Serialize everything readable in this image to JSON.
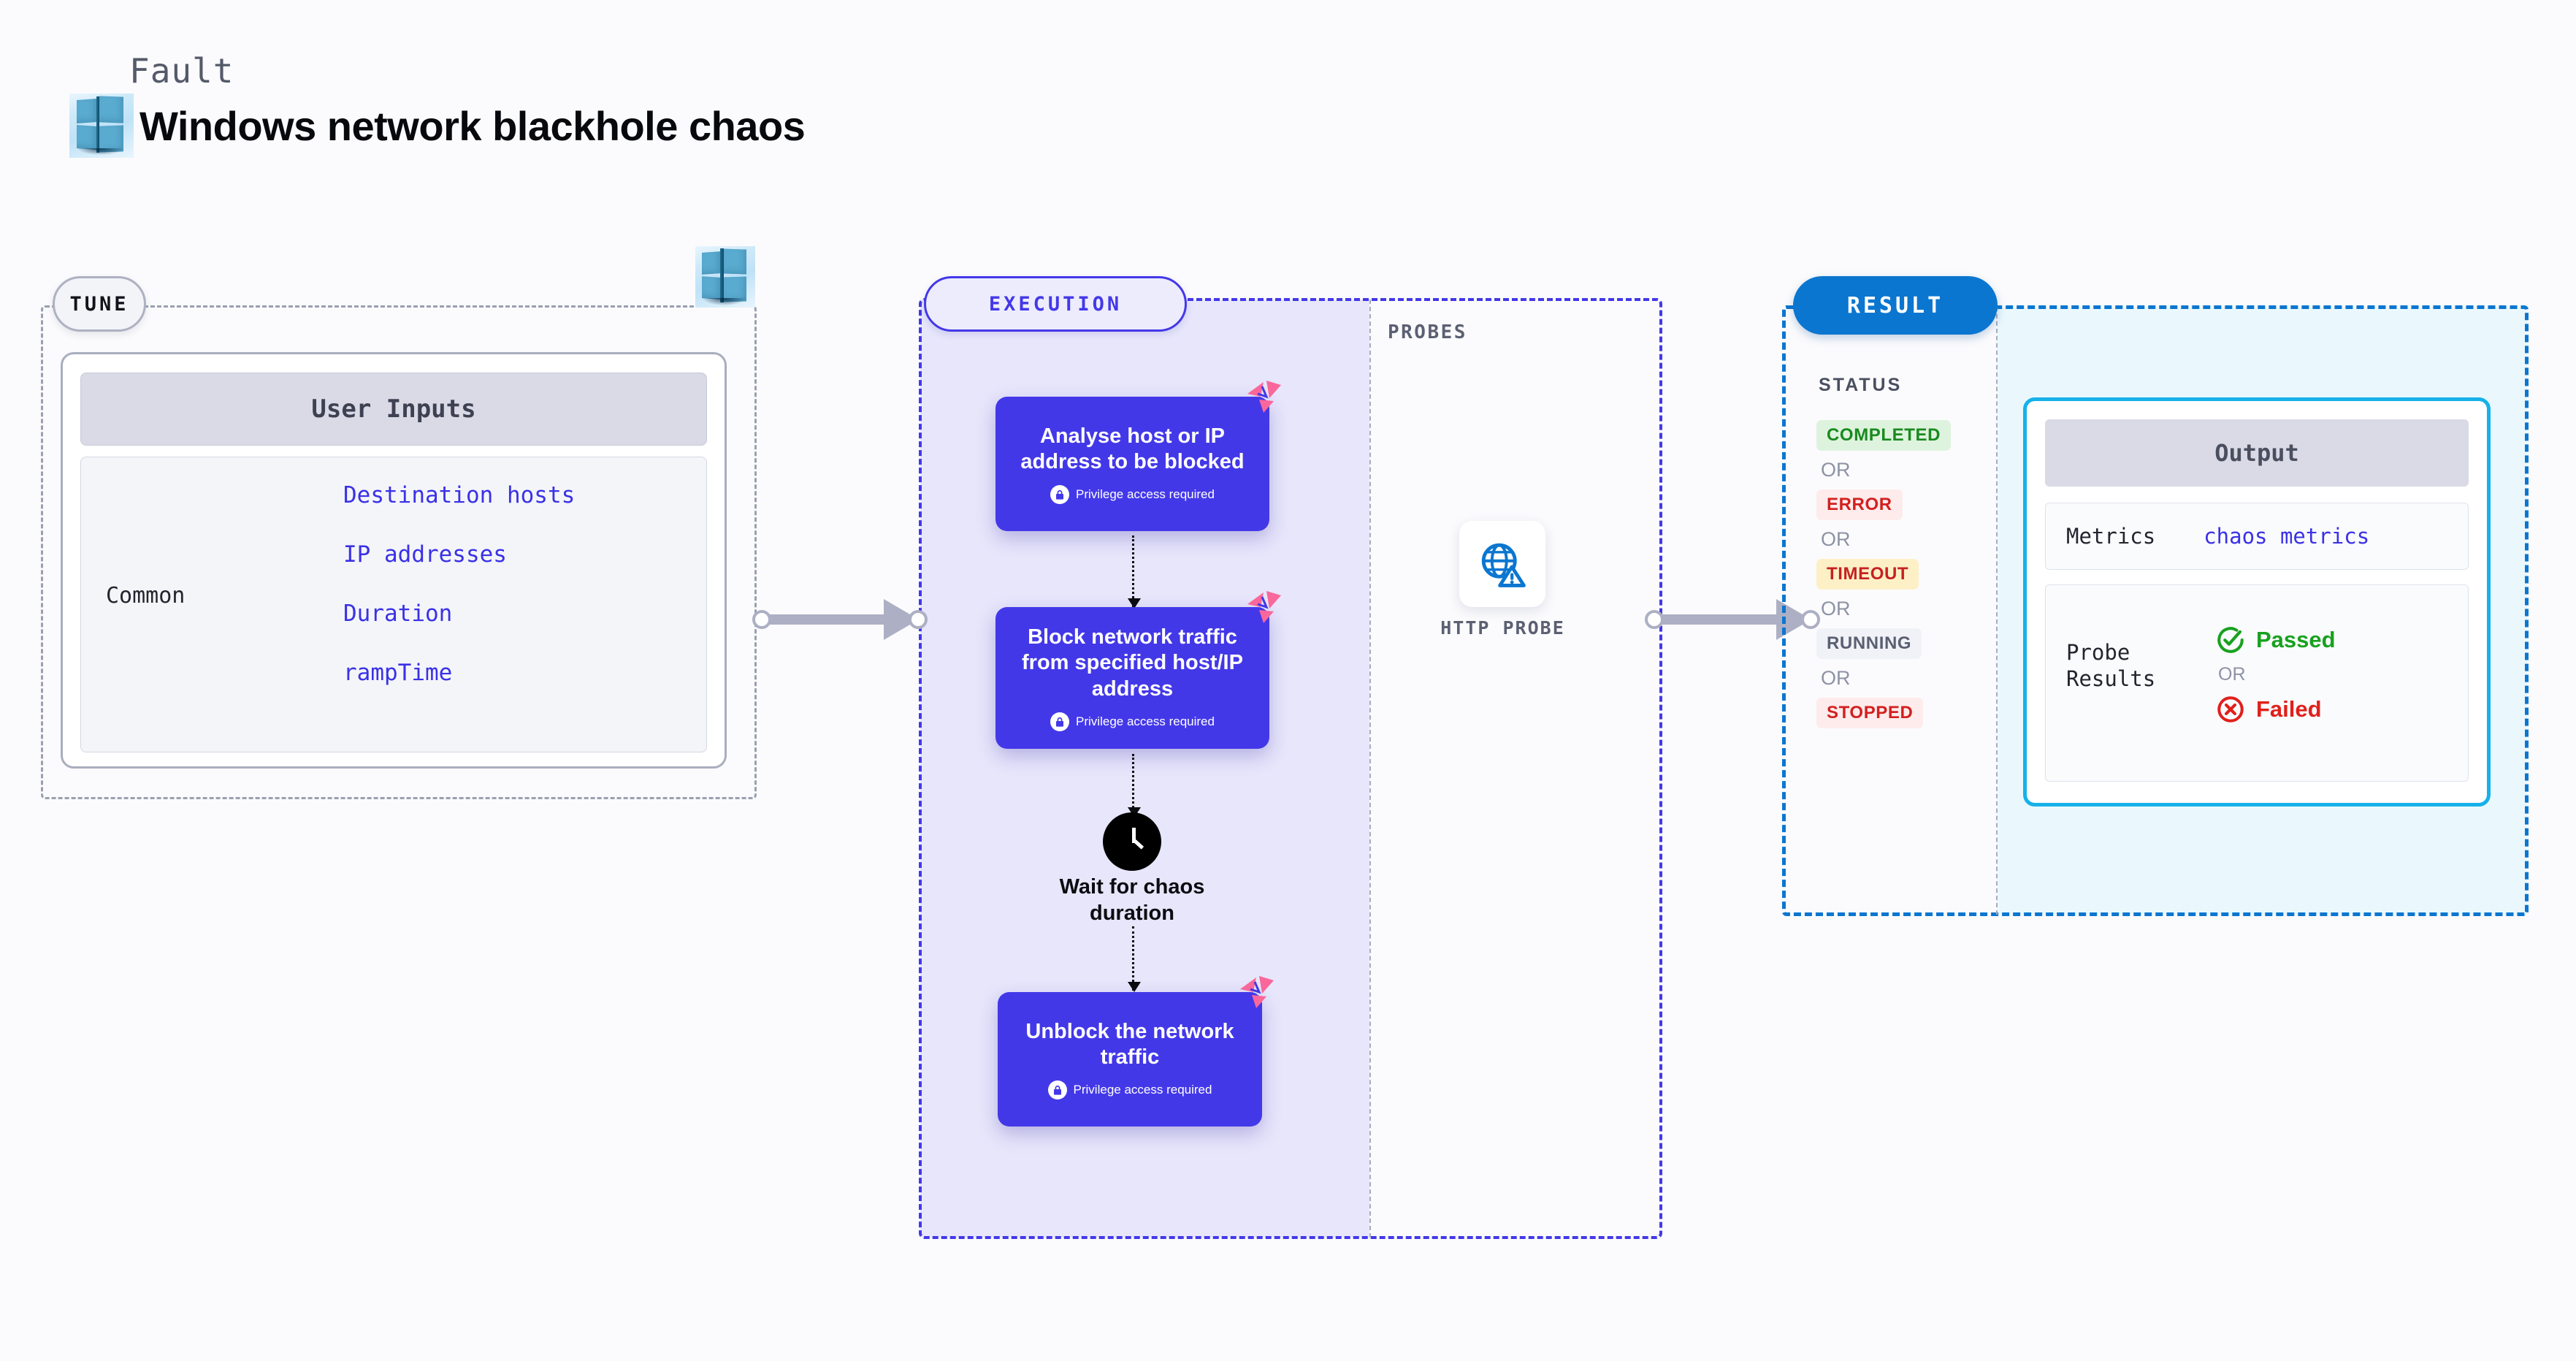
{
  "header": {
    "fault_label": "Fault",
    "title": "Windows network blackhole chaos",
    "logo_icon": "windows-logo-icon"
  },
  "tune": {
    "pill_label": "TUNE",
    "card_header": "User Inputs",
    "group_label": "Common",
    "params": [
      "Destination hosts",
      "IP addresses",
      "Duration",
      "rampTime"
    ],
    "platform_icon": "windows-logo-icon"
  },
  "execution": {
    "pill_label": "EXECUTION",
    "steps": [
      {
        "title": "Analyse host or IP address to be blocked",
        "privilege": "Privilege access required",
        "badge_icon": "litmus-chaos-icon",
        "lock_icon": "lock-icon"
      },
      {
        "title": "Block network traffic from specified host/IP address",
        "privilege": "Privilege access required",
        "badge_icon": "litmus-chaos-icon",
        "lock_icon": "lock-icon"
      },
      {
        "title": "Unblock the network traffic",
        "privilege": "Privilege access required",
        "badge_icon": "litmus-chaos-icon",
        "lock_icon": "lock-icon"
      }
    ],
    "wait": {
      "icon": "clock-icon",
      "label": "Wait for chaos duration"
    }
  },
  "probes": {
    "section_label": "PROBES",
    "items": [
      {
        "label": "HTTP PROBE",
        "icon": "globe-warning-icon"
      }
    ]
  },
  "result": {
    "pill_label": "RESULT",
    "status_label": "STATUS",
    "or_label": "OR",
    "statuses": [
      {
        "text": "COMPLETED",
        "bg": "#def3de",
        "fg": "#1a8a1f"
      },
      {
        "text": "ERROR",
        "bg": "#fdeceb",
        "fg": "#d32020"
      },
      {
        "text": "TIMEOUT",
        "bg": "#fdf0c6",
        "fg": "#c62121"
      },
      {
        "text": "RUNNING",
        "bg": "#f1f2f7",
        "fg": "#5a5f72"
      },
      {
        "text": "STOPPED",
        "bg": "#fdeceb",
        "fg": "#d32020"
      }
    ],
    "output": {
      "header": "Output",
      "metrics_key": "Metrics",
      "metrics_value": "chaos metrics",
      "probe_key": "Probe Results",
      "probe_or": "OR",
      "probe_pass": {
        "text": "Passed",
        "icon": "check-circle-icon",
        "color": "#18a11e"
      },
      "probe_fail": {
        "text": "Failed",
        "icon": "x-circle-icon",
        "color": "#e0201b"
      }
    }
  },
  "connectors": {
    "tune_to_execution": "arrow-right",
    "probes_to_result": "arrow-right"
  },
  "colors": {
    "accent_purple": "#4338e8",
    "accent_blue": "#0b76d0",
    "accent_cyan": "#16b1e8",
    "accent_pink": "#f9679b",
    "neutral_border": "#9aa0b0"
  }
}
